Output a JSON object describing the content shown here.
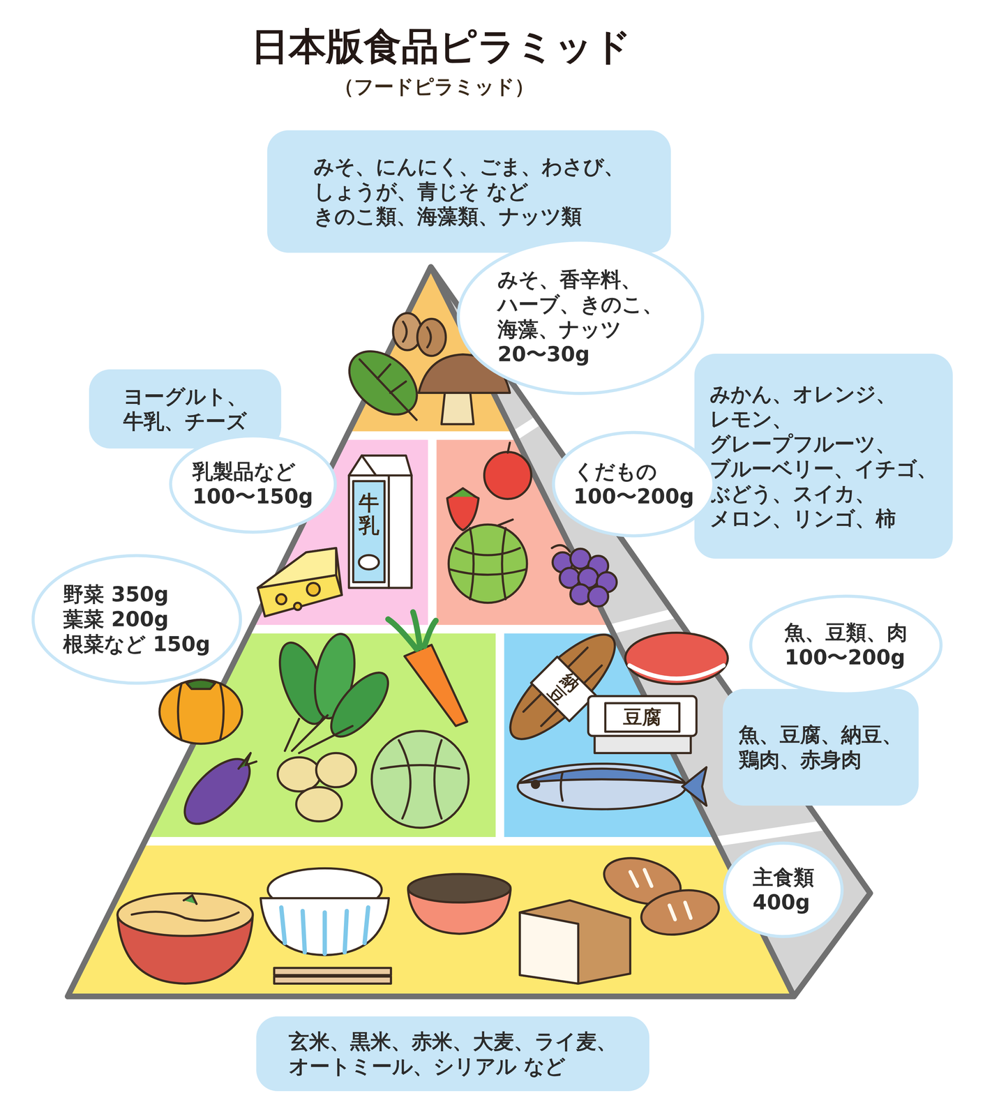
{
  "diagram": {
    "title": "日本版食品ピラミッド",
    "nodes": [
      {
        "text": [
          "みそ、にんにく、ごま、わさび、 しょうが、青じそ など きのこ類、海藻類、ナッツ類"
        ]
      },
      {
        "text": [
          "みそ、香辛料、 ハーブ、きのこ、 海藻、ナッツ 20〜30g"
        ]
      },
      {
        "text": [
          "みかん、オレンジ、 レモン、 グレープフルーツ、 ブルーベリー、イチゴ、 ぶどう、スイカ、 メロン、リンゴ、柿"
        ]
      },
      {
        "text": [
          "ヨーグルト、 牛乳、チーズ"
        ]
      },
      {
        "text": [
          "乳製品など 100〜150g"
        ]
      },
      {
        "text": [
          "くだもの 100〜200g"
        ]
      },
      {
        "text": [
          "野菜 350g 葉菜 200g 根菜など 150g"
        ]
      },
      {
        "text": [
          "魚、豆類、肉 100〜200g"
        ]
      },
      {
        "text": [
          "魚、豆腐、納豆、 鶏肉、赤身肉"
        ]
      },
      {
        "text": [
          "主食類 400g"
        ]
      },
      {
        "text": [
          "玄米、黒米、赤米、大麦、ライ麦、 オートミール、シリアル など"
        ]
      }
    ],
    "labels": [
      "（フードピラミッド）",
      "牛乳",
      "納豆",
      "豆腐"
    ]
  }
}
